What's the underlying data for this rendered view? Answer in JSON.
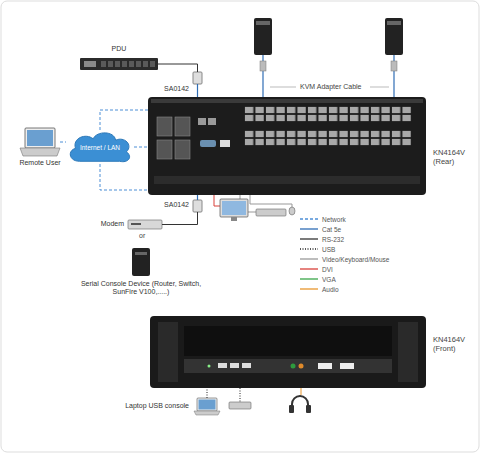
{
  "diagram": {
    "nodes": [
      {
        "text": [
          "PDU"
        ]
      },
      {
        "text": [
          "SA0142"
        ]
      },
      {
        "text": [
          "Remote User"
        ]
      },
      {
        "text": [
          "Internet / LAN"
        ]
      },
      {
        "text": [
          "KN4164V (Rear)"
        ]
      },
      {
        "text": [
          "SA0142"
        ]
      },
      {
        "text": [
          "Modem"
        ]
      },
      {
        "text": [
          "Serial Console Device (Router, Switch, SunFire V100,.....)"
        ]
      },
      {
        "text": [
          "KN4164V (Front)"
        ]
      },
      {
        "text": [
          "Laptop USB console"
        ]
      }
    ],
    "edges": [
      {
        "from": 0,
        "to": 1,
        "arrow": "none"
      },
      {
        "from": 1,
        "to": 4,
        "arrow": "none"
      },
      {
        "from": 2,
        "to": 3,
        "arrow": "none"
      },
      {
        "from": 3,
        "to": 4,
        "arrow": "none"
      },
      {
        "from": 4,
        "to": 5,
        "arrow": "none"
      },
      {
        "from": 5,
        "to": 6,
        "arrow": "none"
      },
      {
        "from": 9,
        "to": 8,
        "arrow": "none"
      }
    ],
    "labels": [
      "KVM Adapter Cable",
      "or"
    ],
    "legend": [
      {
        "text": "Network"
      },
      {
        "text": "Cat 5e"
      },
      {
        "text": "RS-232"
      },
      {
        "text": "USB"
      },
      {
        "text": "Video/Keyboard/Mouse"
      },
      {
        "text": "DVI"
      },
      {
        "text": "VGA"
      },
      {
        "text": "Audio"
      }
    ]
  }
}
